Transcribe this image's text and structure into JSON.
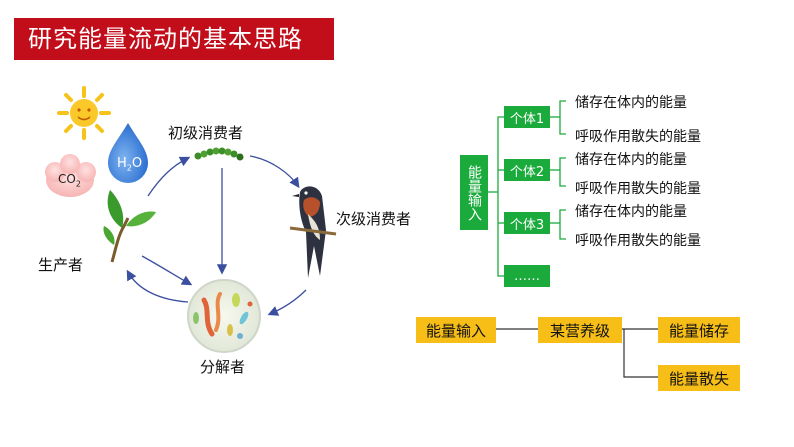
{
  "title": "研究能量流动的基本思路",
  "cycle": {
    "producer": "生产者",
    "primary_consumer": "初级消费者",
    "secondary_consumer": "次级消费者",
    "decomposer": "分解者",
    "co2": "CO",
    "co2_sub": "2",
    "h2o_h": "H",
    "h2o_sub": "2",
    "h2o_o": "O"
  },
  "tree": {
    "root": "能量输入",
    "individuals": [
      {
        "label": "个体1",
        "store": "储存在体内的能量",
        "loss": "呼吸作用散失的能量"
      },
      {
        "label": "个体2",
        "store": "储存在体内的能量",
        "loss": "呼吸作用散失的能量"
      },
      {
        "label": "个体3",
        "store": "储存在体内的能量",
        "loss": "呼吸作用散失的能量"
      }
    ],
    "more": "……"
  },
  "flow": {
    "input": "能量输入",
    "level": "某营养级",
    "storage": "能量储存",
    "loss": "能量散失"
  },
  "colors": {
    "title_bg": "#c20e1a",
    "tree_green": "#1aab3c",
    "flow_yellow": "#f7be18",
    "arrow_blue": "#3b4fa0"
  }
}
